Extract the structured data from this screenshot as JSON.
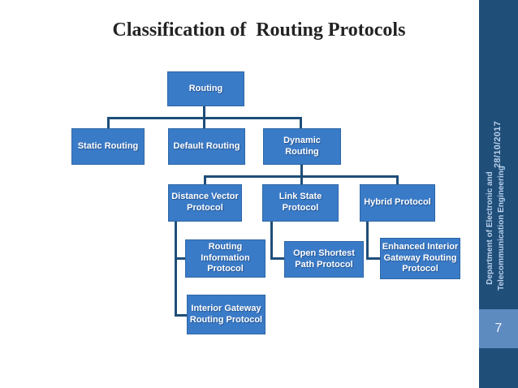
{
  "slide": {
    "title": "Classification of  Routing Protocols",
    "page_number": "7"
  },
  "sidebar": {
    "date": "28/10/2017",
    "department": "Department of Electronic and\nTelecommunication Engineering"
  },
  "diagram": {
    "nodes": [
      {
        "id": "routing",
        "label": "Routing"
      },
      {
        "id": "static-routing",
        "label": "Static Routing"
      },
      {
        "id": "default-routing",
        "label": "Default Routing"
      },
      {
        "id": "dynamic-routing",
        "label": "Dynamic Routing"
      },
      {
        "id": "distance-vector-protocol",
        "label": "Distance Vector\nProtocol"
      },
      {
        "id": "link-state-protocol",
        "label": "Link State\nProtocol"
      },
      {
        "id": "hybrid-protocol",
        "label": "Hybrid Protocol"
      },
      {
        "id": "routing-information-protocol",
        "label": "Routing\nInformation\nProtocol"
      },
      {
        "id": "open-shortest-path-protocol",
        "label": "Open Shortest\nPath Protocol"
      },
      {
        "id": "enhanced-interior-gateway-routing-protocol",
        "label": "Enhanced Interior\nGateway Routing\nProtocol"
      },
      {
        "id": "interior-gateway-routing-protocol",
        "label": "Interior Gateway\nRouting Protocol"
      }
    ],
    "edges": [
      {
        "from": "Routing",
        "to": "Static Routing"
      },
      {
        "from": "Routing",
        "to": "Default Routing"
      },
      {
        "from": "Routing",
        "to": "Dynamic Routing"
      },
      {
        "from": "Dynamic Routing",
        "to": "Distance Vector Protocol"
      },
      {
        "from": "Dynamic Routing",
        "to": "Link State Protocol"
      },
      {
        "from": "Dynamic Routing",
        "to": "Hybrid Protocol"
      },
      {
        "from": "Distance Vector Protocol",
        "to": "Routing Information Protocol"
      },
      {
        "from": "Distance Vector Protocol",
        "to": "Interior Gateway Routing Protocol"
      },
      {
        "from": "Link State Protocol",
        "to": "Open Shortest Path Protocol"
      },
      {
        "from": "Hybrid Protocol",
        "to": "Enhanced Interior Gateway Routing Protocol"
      }
    ],
    "colors": {
      "node_fill": "#3a7bc8",
      "node_border": "#2c67a5",
      "node_text": "#ffffff",
      "connector": "#1e4e79",
      "sidebar_bar": "#1f4e79",
      "sidebar_text": "#b9cfe9",
      "page_number_box": "#5d8abf",
      "title_text": "#232323"
    }
  }
}
